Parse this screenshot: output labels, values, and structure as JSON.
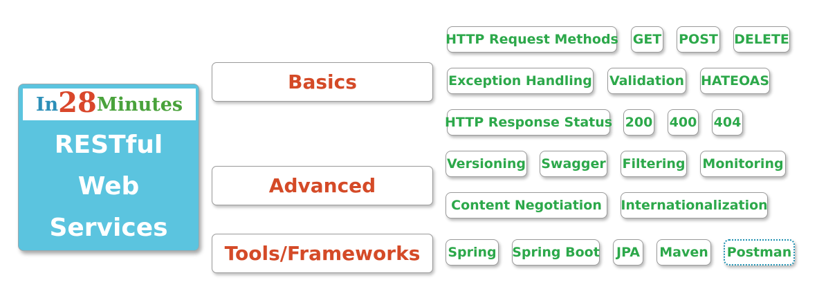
{
  "root": {
    "logo": {
      "part1": "In",
      "part2": "28",
      "part3": "Minutes"
    },
    "title_lines": [
      "RESTful",
      "Web",
      "Services"
    ]
  },
  "categories": [
    {
      "label": "Basics"
    },
    {
      "label": "Advanced"
    },
    {
      "label": "Tools/Frameworks"
    }
  ],
  "tags": {
    "basics": [
      [
        "HTTP Request Methods",
        "GET",
        "POST",
        "DELETE"
      ],
      [
        "Exception Handling",
        "Validation",
        "HATEOAS"
      ],
      [
        "HTTP Response Status",
        "200",
        "400",
        "404"
      ]
    ],
    "advanced": [
      [
        "Versioning",
        "Swagger",
        "Filtering",
        "Monitoring"
      ],
      [
        "Content Negotiation",
        "Internationalization"
      ]
    ],
    "tools": [
      [
        "Spring",
        "Spring Boot",
        "JPA",
        "Maven",
        "Postman"
      ]
    ]
  },
  "selected_tag": "Postman",
  "colors": {
    "root_fill": "#5bc4df",
    "category_text": "#d44a27",
    "tag_text": "#2ca84a",
    "selection_border": "#1a8fb0"
  }
}
